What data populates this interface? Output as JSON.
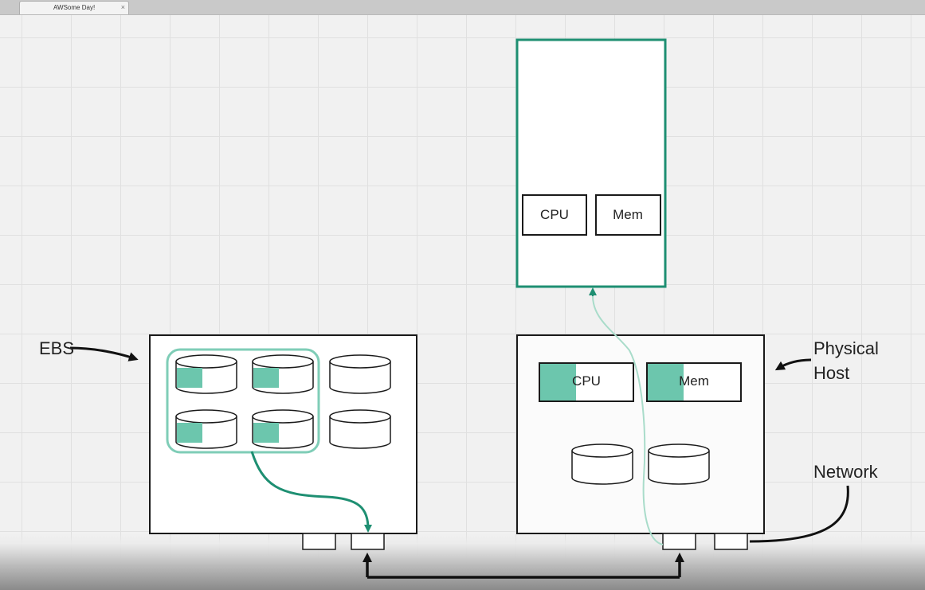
{
  "tab": {
    "title": "AWSome Day!",
    "close": "×"
  },
  "instance": {
    "cpu_label": "CPU",
    "mem_label": "Mem"
  },
  "host": {
    "cpu_label": "CPU",
    "mem_label": "Mem"
  },
  "annotations": {
    "ebs": "EBS",
    "physical_host_line1": "Physical",
    "physical_host_line2": "Host",
    "network": "Network"
  },
  "colors": {
    "accent": "#1e8f72",
    "fill": "#6cc6ad",
    "outline": "#1a1a1a",
    "light_accent": "#a9dcca"
  }
}
